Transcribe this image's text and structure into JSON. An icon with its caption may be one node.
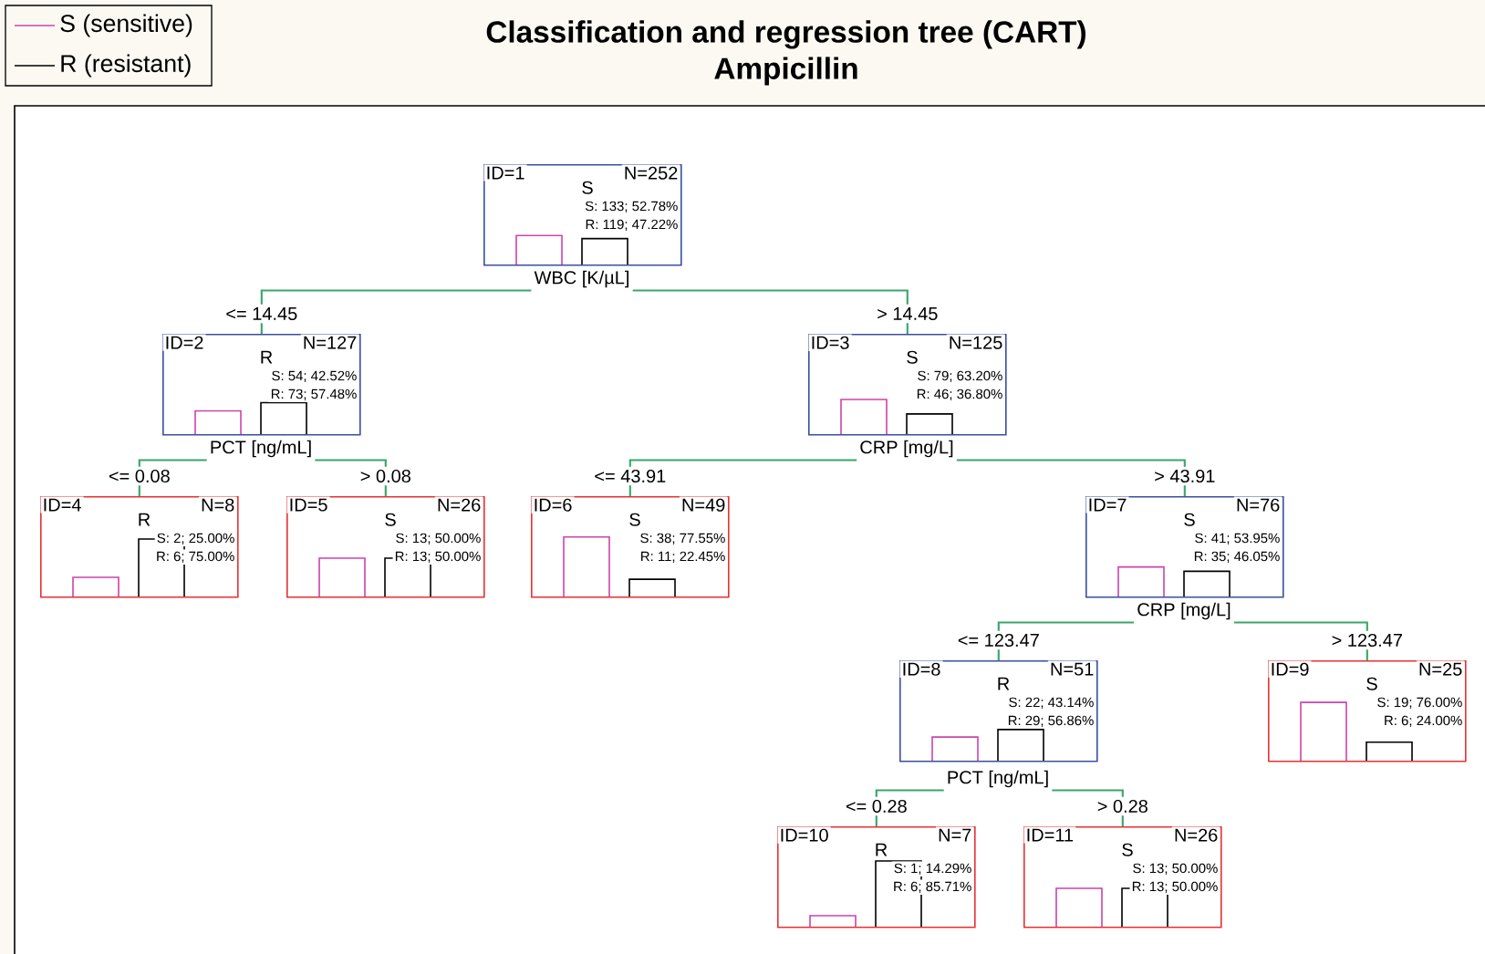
{
  "diagram": {
    "title": "Classification and regression tree (CART)",
    "nodes": [
      {
        "text": [
          "ID=1",
          "N=252",
          "S",
          "S: 133; 52.78%",
          "R: 119; 47.22%"
        ],
        "beside": [
          "WBC [K/µL]"
        ]
      },
      {
        "text": [
          "ID=2",
          "N=127",
          "R",
          "S: 54; 42.52%",
          "R: 73; 57.48%"
        ],
        "beside": [
          "PCT [ng/mL]"
        ]
      },
      {
        "text": [
          "ID=3",
          "N=125",
          "S",
          "S: 79; 63.20%",
          "R: 46; 36.80%"
        ],
        "beside": [
          "CRP [mg/L]"
        ]
      },
      {
        "text": [
          "ID=4",
          "N=8",
          "R",
          "S: 2; 25.00%",
          "R: 6; 75.00%"
        ]
      },
      {
        "text": [
          "ID=5",
          "N=26",
          "S",
          "S: 13; 50.00%",
          "R: 13; 50.00%"
        ]
      },
      {
        "text": [
          "ID=6",
          "N=49",
          "S",
          "S: 38; 77.55%",
          "R: 11; 22.45%"
        ]
      },
      {
        "text": [
          "ID=7",
          "N=76",
          "S",
          "S: 41; 53.95%",
          "R: 35; 46.05%"
        ],
        "beside": [
          "CRP [mg/L]"
        ]
      },
      {
        "text": [
          "ID=8",
          "N=51",
          "R",
          "S: 22; 43.14%",
          "R: 29; 56.86%"
        ],
        "beside": [
          "PCT [ng/mL]"
        ]
      },
      {
        "text": [
          "ID=9",
          "N=25",
          "S",
          "S: 19; 76.00%",
          "R: 6; 24.00%"
        ]
      },
      {
        "text": [
          "ID=10",
          "N=7",
          "R",
          "S: 1; 14.29%",
          "R: 6; 85.71%"
        ]
      },
      {
        "text": [
          "ID=11",
          "N=26",
          "S",
          "S: 13; 50.00%",
          "R: 13; 50.00%"
        ]
      }
    ],
    "edges": [
      {
        "from": 0,
        "to": 1,
        "arrow": "none",
        "label": "<= 14.45"
      },
      {
        "from": 0,
        "to": 2,
        "arrow": "none",
        "label": "> 14.45"
      },
      {
        "from": 1,
        "to": 3,
        "arrow": "none",
        "label": "<= 0.08"
      },
      {
        "from": 1,
        "to": 4,
        "arrow": "none",
        "label": "> 0.08"
      },
      {
        "from": 2,
        "to": 5,
        "arrow": "none",
        "label": "<= 43.91"
      },
      {
        "from": 2,
        "to": 6,
        "arrow": "none",
        "label": "> 43.91"
      },
      {
        "from": 6,
        "to": 7,
        "arrow": "none",
        "label": "<= 123.47"
      },
      {
        "from": 6,
        "to": 8,
        "arrow": "none",
        "label": "> 123.47"
      },
      {
        "from": 7,
        "to": 9,
        "arrow": "none",
        "label": "<= 0.28"
      },
      {
        "from": 7,
        "to": 10,
        "arrow": "none",
        "label": "> 0.28"
      }
    ],
    "labels": [
      "Ampicillin"
    ],
    "legend": [
      {
        "text": "S (sensitive)"
      },
      {
        "text": "R (resistant)"
      }
    ]
  }
}
